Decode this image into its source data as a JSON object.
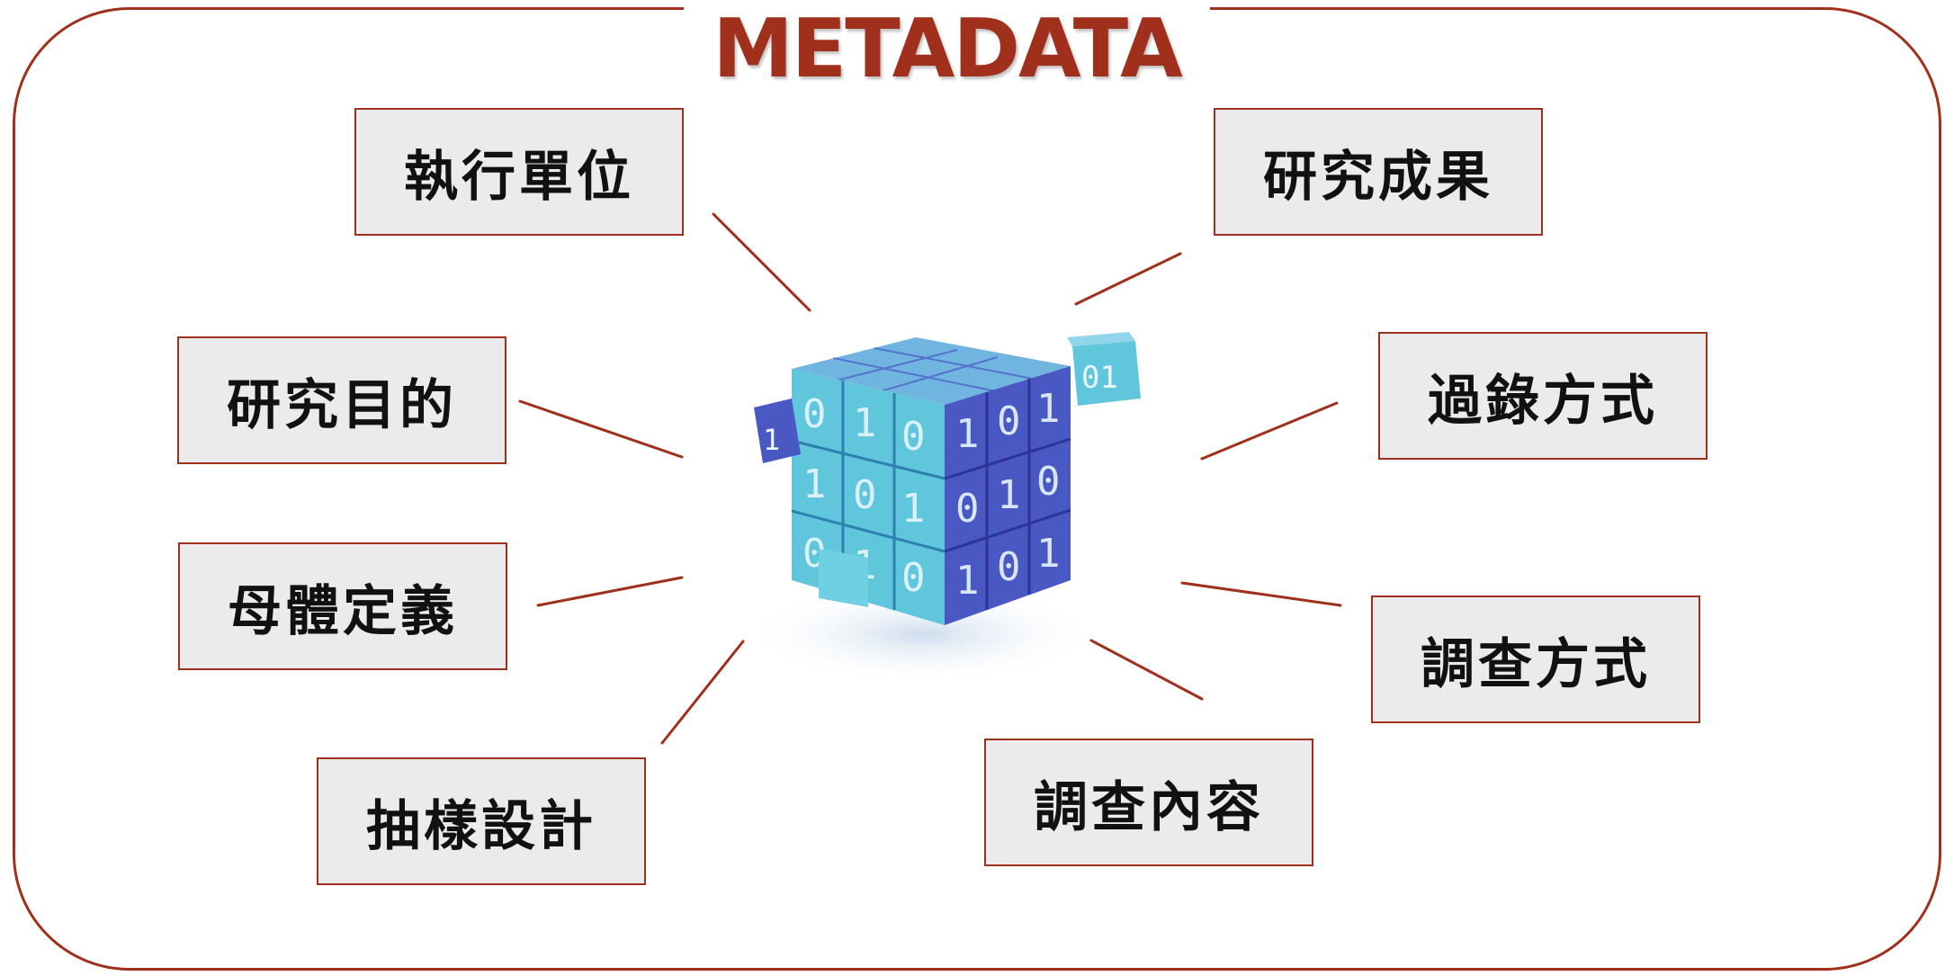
{
  "title": "METADATA",
  "labels": {
    "execution_unit": "執行單位",
    "research_result": "研究成果",
    "research_purpose": "研究目的",
    "filter_method": "過錄方式",
    "population_definition": "母體定義",
    "survey_method": "調查方式",
    "sampling_design": "抽樣設計",
    "survey_content": "調查內容"
  },
  "colors": {
    "accent": "#a0301c",
    "box_fill": "#ebebeb",
    "cube_light": "#5fc6dc",
    "cube_dark": "#4a58c4"
  },
  "icons": {
    "center": "binary-data-cube-icon"
  }
}
